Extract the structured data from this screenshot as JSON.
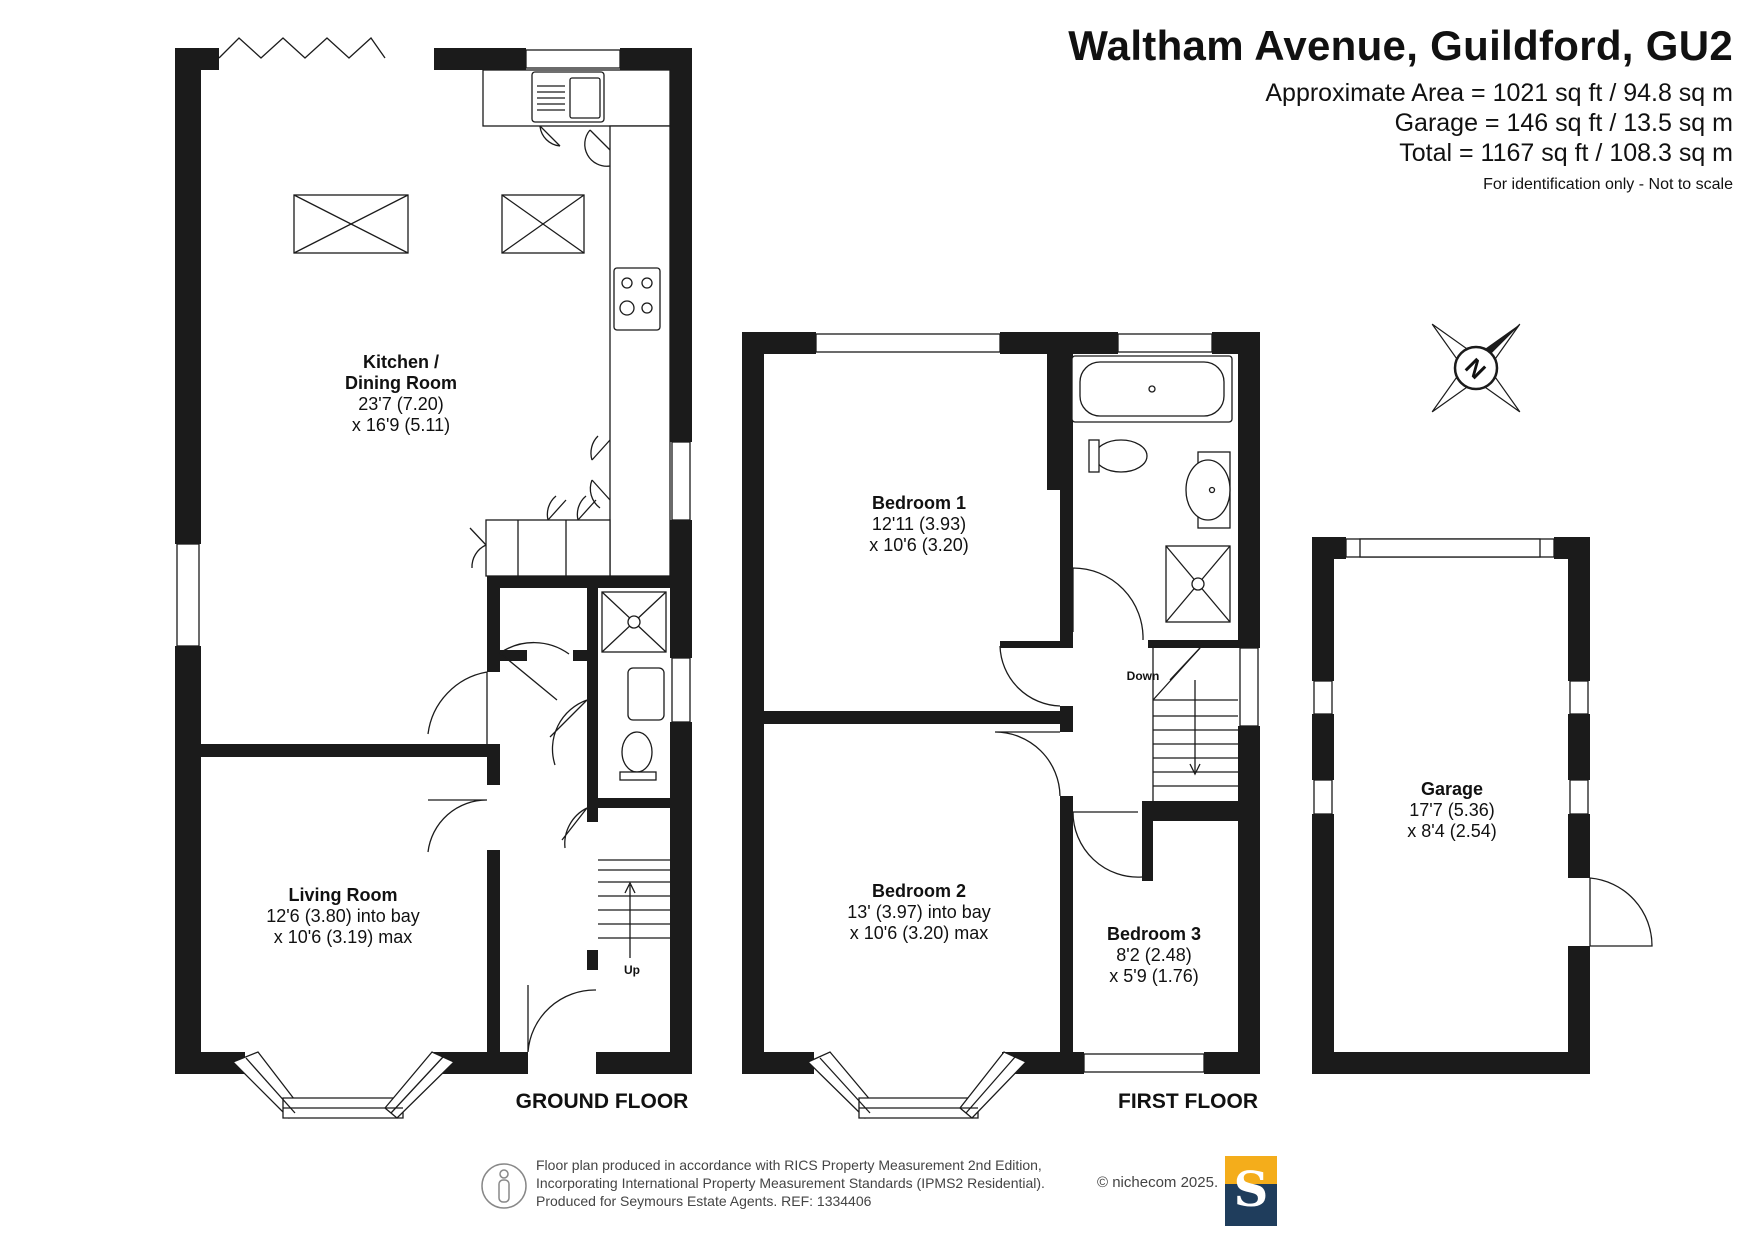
{
  "header": {
    "title": "Waltham Avenue, Guildford, GU2",
    "area_lines": [
      "Approximate Area = 1021 sq ft / 94.8 sq m",
      "Garage = 146 sq ft / 13.5 sq m",
      "Total = 1167 sq ft / 108.3 sq m"
    ],
    "disclaimer": "For identification only - Not to scale"
  },
  "compass": {
    "north_label": "N"
  },
  "floors": [
    {
      "label": "GROUND FLOOR",
      "rooms": [
        {
          "name_lines": [
            "Kitchen /",
            "Dining Room"
          ],
          "dim_lines": [
            "23'7 (7.20)",
            "x 16'9 (5.11)"
          ]
        },
        {
          "name_lines": [
            "Living Room"
          ],
          "dim_lines": [
            "12'6 (3.80) into bay",
            "x 10'6 (3.19) max"
          ]
        }
      ],
      "stair_label": "Up"
    },
    {
      "label": "FIRST FLOOR",
      "rooms": [
        {
          "name_lines": [
            "Bedroom 1"
          ],
          "dim_lines": [
            "12'11 (3.93)",
            "x 10'6 (3.20)"
          ]
        },
        {
          "name_lines": [
            "Bedroom 2"
          ],
          "dim_lines": [
            "13' (3.97) into bay",
            "x 10'6 (3.20) max"
          ]
        },
        {
          "name_lines": [
            "Bedroom 3"
          ],
          "dim_lines": [
            "8'2 (2.48)",
            "x 5'9 (1.76)"
          ]
        }
      ],
      "stair_label": "Down"
    },
    {
      "label": "",
      "rooms": [
        {
          "name_lines": [
            "Garage"
          ],
          "dim_lines": [
            "17'7 (5.36)",
            "x 8'4 (2.54)"
          ]
        }
      ]
    }
  ],
  "footer": {
    "lines": [
      "Floor plan produced in accordance with RICS Property Measurement 2nd Edition,",
      "Incorporating International Property Measurement Standards (IPMS2 Residential).",
      "Produced for Seymours Estate Agents.   REF: 1334406"
    ],
    "copyright": "© nichecom 2025.",
    "logo_letter": "S"
  },
  "colors": {
    "wall": "#1b1b1b",
    "logo_navy": "#1f3d5c",
    "logo_gold": "#f4ad1b"
  }
}
